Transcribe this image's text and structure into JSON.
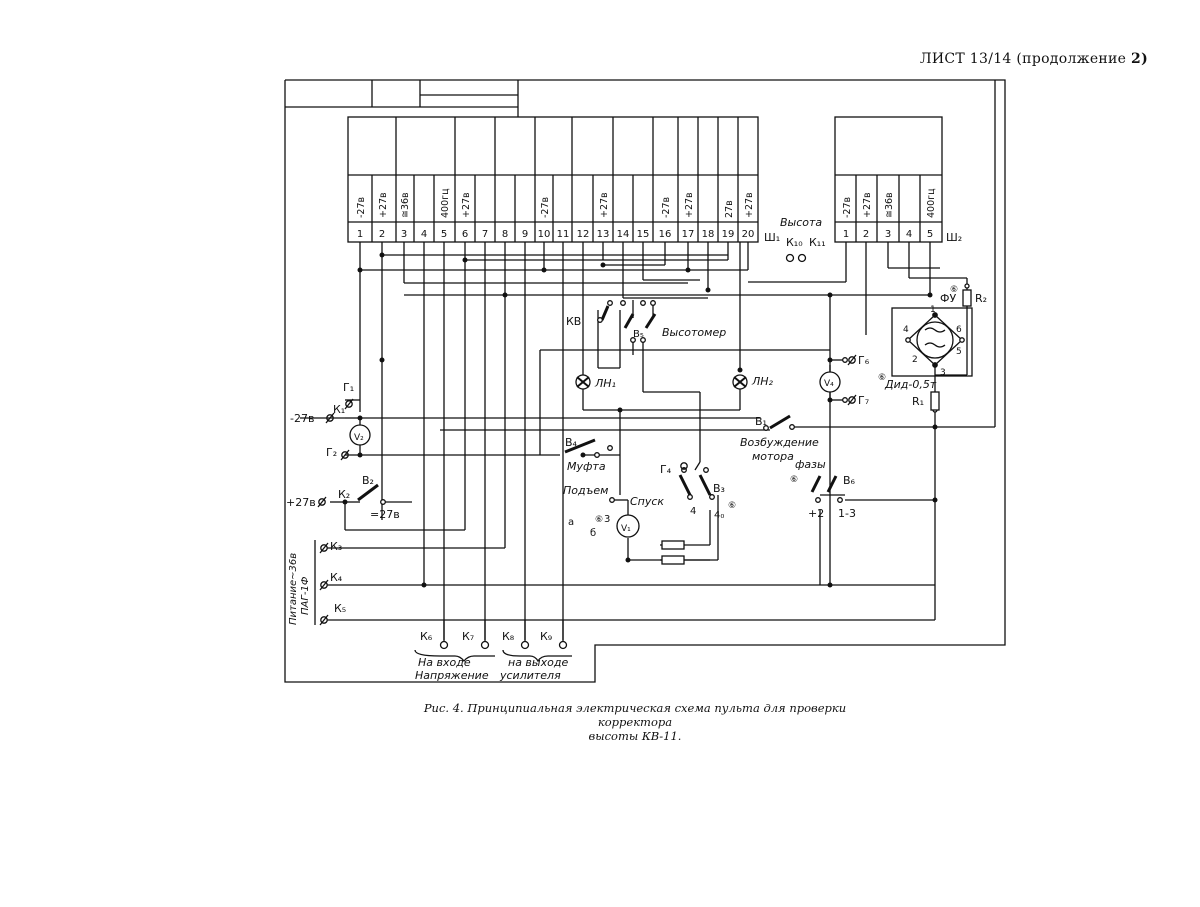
{
  "sheet_header": {
    "prefix": "ЛИСТ 13/14",
    "suffix": "(продолжение",
    "number": "2)"
  },
  "caption": {
    "line1": "Рис. 4. Принципиальная электрическая схема пульта для проверки корректора",
    "line2": "высоты КВ-11."
  },
  "connector_sh1": {
    "label": "Ш₁",
    "pins": [
      "1",
      "2",
      "3",
      "4",
      "5",
      "6",
      "7",
      "8",
      "9",
      "10",
      "11",
      "12",
      "13",
      "14",
      "15",
      "16",
      "17",
      "18",
      "19",
      "20"
    ],
    "pin_labels": [
      "-27в",
      "+27в",
      "≅36в",
      "",
      "400гц",
      "+27в",
      "",
      "",
      "",
      "-27в",
      "",
      "",
      "+27в",
      "",
      "",
      "-27в",
      "+27в",
      "",
      "27в",
      "+27в"
    ]
  },
  "connector_sh2": {
    "label": "Ш₂",
    "pins": [
      "1",
      "2",
      "3",
      "4",
      "5"
    ],
    "pin_labels": [
      "-27в",
      "+27в",
      "≅36в",
      "",
      "400гц"
    ]
  },
  "labels": {
    "vysota": "Высота",
    "k10": "К₁₀",
    "k11": "К₁₁",
    "kv": "КВ",
    "v5": "В₅",
    "vysotomer": "Высотомер",
    "ln1": "ЛН₁",
    "ln2": "ЛН₂",
    "fu": "ФУ",
    "r2": "R₂",
    "r1": "R₁",
    "did": "Дид-0,5т",
    "g1": "Г₁",
    "k1": "К₁",
    "minus27": "-27в",
    "v2": "V₂",
    "g2": "Г₂",
    "b2": "В₂",
    "k2": "К₂",
    "plus27": "+27в",
    "eq27": "=27в",
    "b4": "В₄",
    "mufta": "Муфта",
    "b1": "В₁",
    "vozb": "Возбуждение",
    "motor": "мотора",
    "g6": "Г₆",
    "g7": "Г₇",
    "v4": "V₄",
    "fazy": "фазы",
    "b6": "В₆",
    "plus2": "+2",
    "one3": "1-3",
    "g4": "Г₄",
    "b3": "В₃",
    "podem": "Подъем",
    "spusk": "Спуск",
    "v1": "V₁",
    "three": "3",
    "four": "4",
    "four_o": "4₀",
    "a": "а",
    "b": "б",
    "k3": "К₃",
    "k4": "К₄",
    "k5": "К₅",
    "pitanie1": "Питание~36в",
    "pitanie2": "ПАГ-1Ф",
    "k6": "К₆",
    "k7": "К₇",
    "k8": "К₈",
    "k9": "К₉",
    "na_vhode": "На входе",
    "na_vyhode": "на выходе",
    "napryazhenie": "Напряжение",
    "usilitelya": "усилителя",
    "c6": "⑥",
    "c6b": "⑥",
    "c6c": "⑥",
    "c6d": "⑥",
    "c6e": "⑥",
    "fu_n4": "4",
    "fu_n1": "1",
    "fu_n6": "6",
    "fu_n2": "2",
    "fu_n5": "5",
    "fu_n3": "3"
  }
}
